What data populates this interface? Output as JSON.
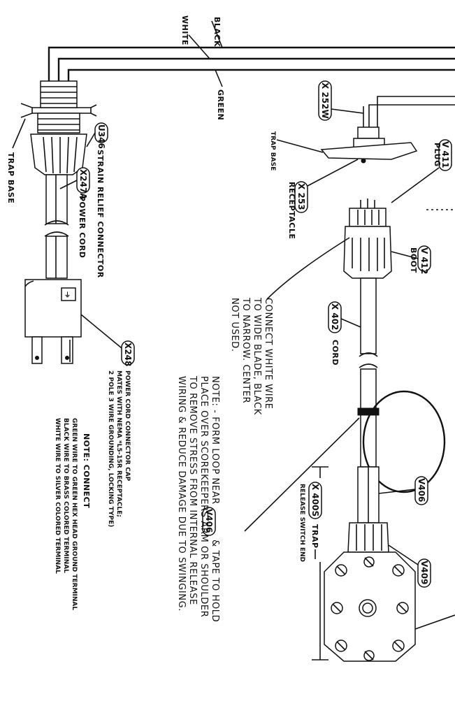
{
  "wires": {
    "black": "BLACK",
    "white": "WHITE",
    "green": "GREEN"
  },
  "labels": {
    "trap_base_left": "TRAP BASE",
    "trap_base_right": "TRAP BASE",
    "strain_relief": "STRAIN RELIEF CONNECTOR",
    "power_cord": "POWER CORD",
    "plug": "PLUG",
    "boot": "BOOT",
    "receptacle": "RECEPTACLE",
    "cord": "CORD",
    "trap": "TRAP",
    "release_switch_end": "RELEASE SWITCH END"
  },
  "parts": {
    "u346": "U346",
    "x247a": "X247A",
    "x248": "X248",
    "x252w": "X 252W",
    "x253": "X 253",
    "v411": "V 411",
    "v412": "V 412",
    "x402": "X 402",
    "v406_note": "V406",
    "v406": "V406",
    "x400s": "X 400S",
    "v409": "V409"
  },
  "notes": {
    "connector_cap": [
      "POWER CORD CONNECTOR CAP",
      "MATES WITH NEMA *L5-15R RECEPTACLE;",
      "2 POLE 3 WIRE GROUNDING, LOCKING TYPE)"
    ],
    "connect": [
      "NOTE: CONNECT",
      "GREEN WIRE TO GREEN HEX HEAD GROUND TERMINAL",
      "BLACK WIRE TO BRASS COLORED TERMINAL",
      "WHITE WIRE TO SILVER COLORED TERMINAL"
    ],
    "white_wire": [
      "CONNECT WHITE WIRE",
      "TO WIDE BLADE, BLACK",
      "TO NARROW. CENTER",
      "NOT USED."
    ],
    "form_loop": [
      "NOTE: - FORM LOOP NEAR",
      "& TAPE TO HOLD",
      "PLACE OVER SCOREKEEPERS ARM OR SHOULDER",
      "TO REMOVE STRESS FROM INTERNAL RELEASE",
      "WIRING & REDUCE DAMAGE DUE TO SWINGING."
    ]
  }
}
